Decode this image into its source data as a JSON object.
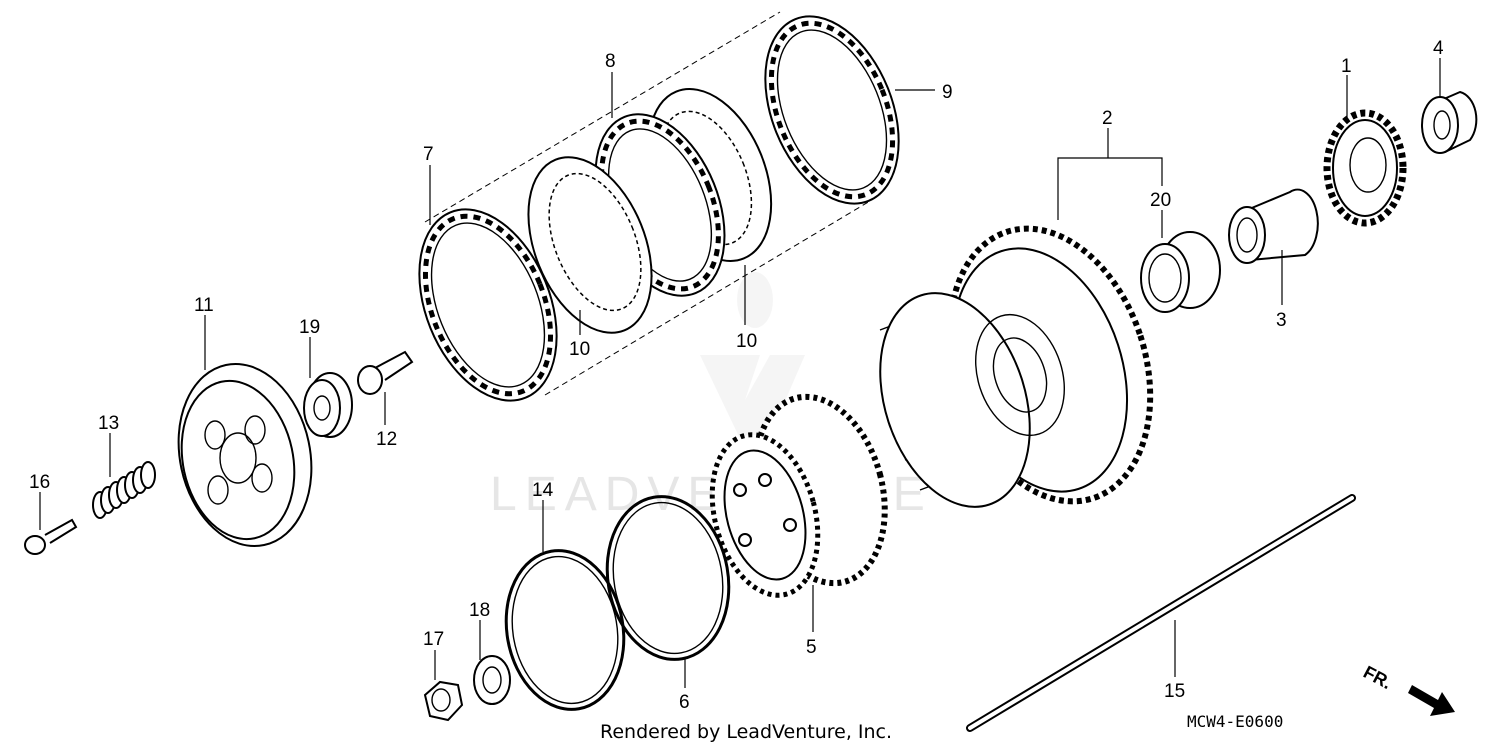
{
  "diagram_code": "MCW4-E0600",
  "credit": "Rendered by LeadVenture, Inc.",
  "watermark": "LEADVENTURE",
  "direction_label": "FR.",
  "callouts": {
    "c1": "1",
    "c2": "2",
    "c3": "3",
    "c4": "4",
    "c5": "5",
    "c6": "6",
    "c7": "7",
    "c8": "8",
    "c9": "9",
    "c10a": "10",
    "c10b": "10",
    "c11": "11",
    "c12": "12",
    "c13": "13",
    "c14": "14",
    "c15": "15",
    "c16": "16",
    "c17": "17",
    "c18": "18",
    "c19": "19",
    "c20": "20"
  }
}
